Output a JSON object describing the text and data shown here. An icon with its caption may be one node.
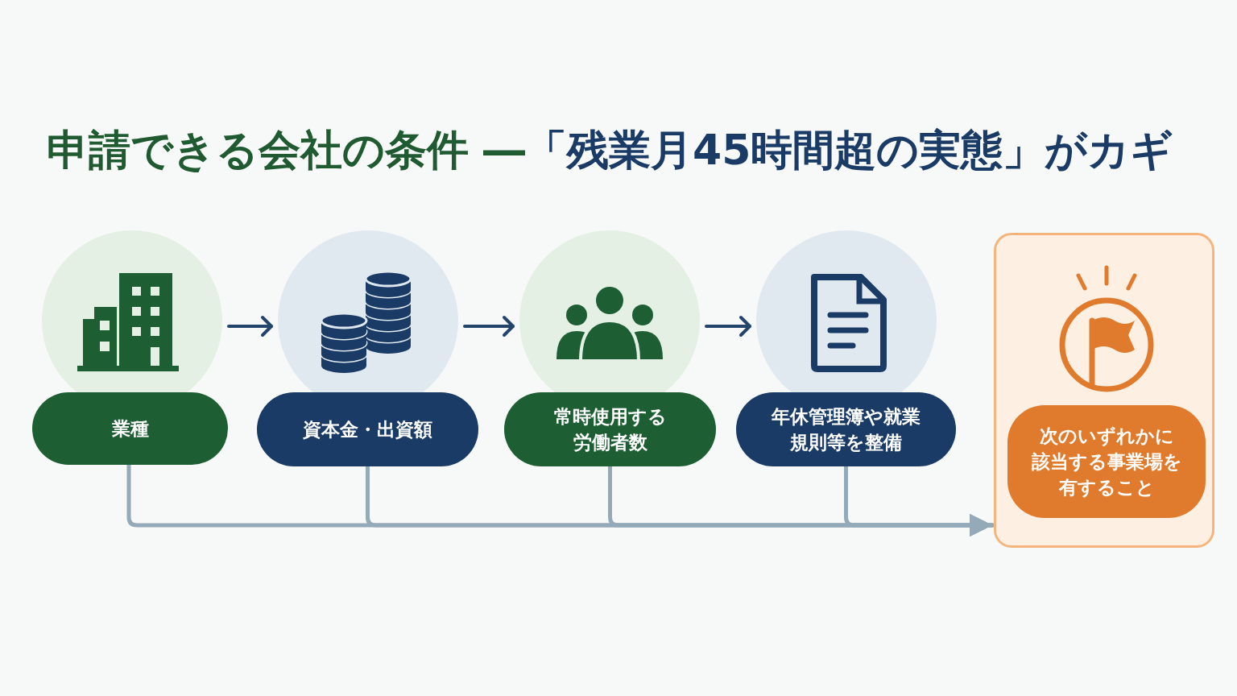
{
  "diagram": {
    "title": "申請できる会社の条件 ―",
    "labels": [
      "「残業月45時間超の実態」がカギ"
    ],
    "nodes": [
      {
        "text": [],
        "shape": "circle"
      },
      {
        "text": [],
        "shape": "circle"
      },
      {
        "text": [],
        "shape": "circle"
      },
      {
        "text": [],
        "shape": "circle"
      },
      {
        "text": [
          "業種"
        ]
      },
      {
        "text": [
          "資本金・出資額"
        ]
      },
      {
        "text": [
          "常時使用する労働者数"
        ]
      },
      {
        "text": [
          "年休管理簿や就業規則等を整備"
        ]
      },
      {
        "text": [],
        "shape": "box"
      },
      {
        "text": [
          "次のいずれかに該当する事業場を有すること"
        ],
        "in": 8
      }
    ],
    "edges": [
      {
        "from": 0,
        "to": 1,
        "arrow": "to",
        "color": "#24456b"
      },
      {
        "from": 1,
        "to": 2,
        "arrow": "to",
        "color": "#24456b"
      },
      {
        "from": 2,
        "to": 3,
        "arrow": "to",
        "color": "#24456b"
      },
      {
        "from": 4,
        "to": 8,
        "arrow": "to"
      },
      {
        "from": 5,
        "to": 8,
        "arrow": "to"
      },
      {
        "from": 6,
        "to": 8,
        "arrow": "to"
      },
      {
        "from": 7,
        "to": 8,
        "arrow": "to"
      }
    ]
  }
}
